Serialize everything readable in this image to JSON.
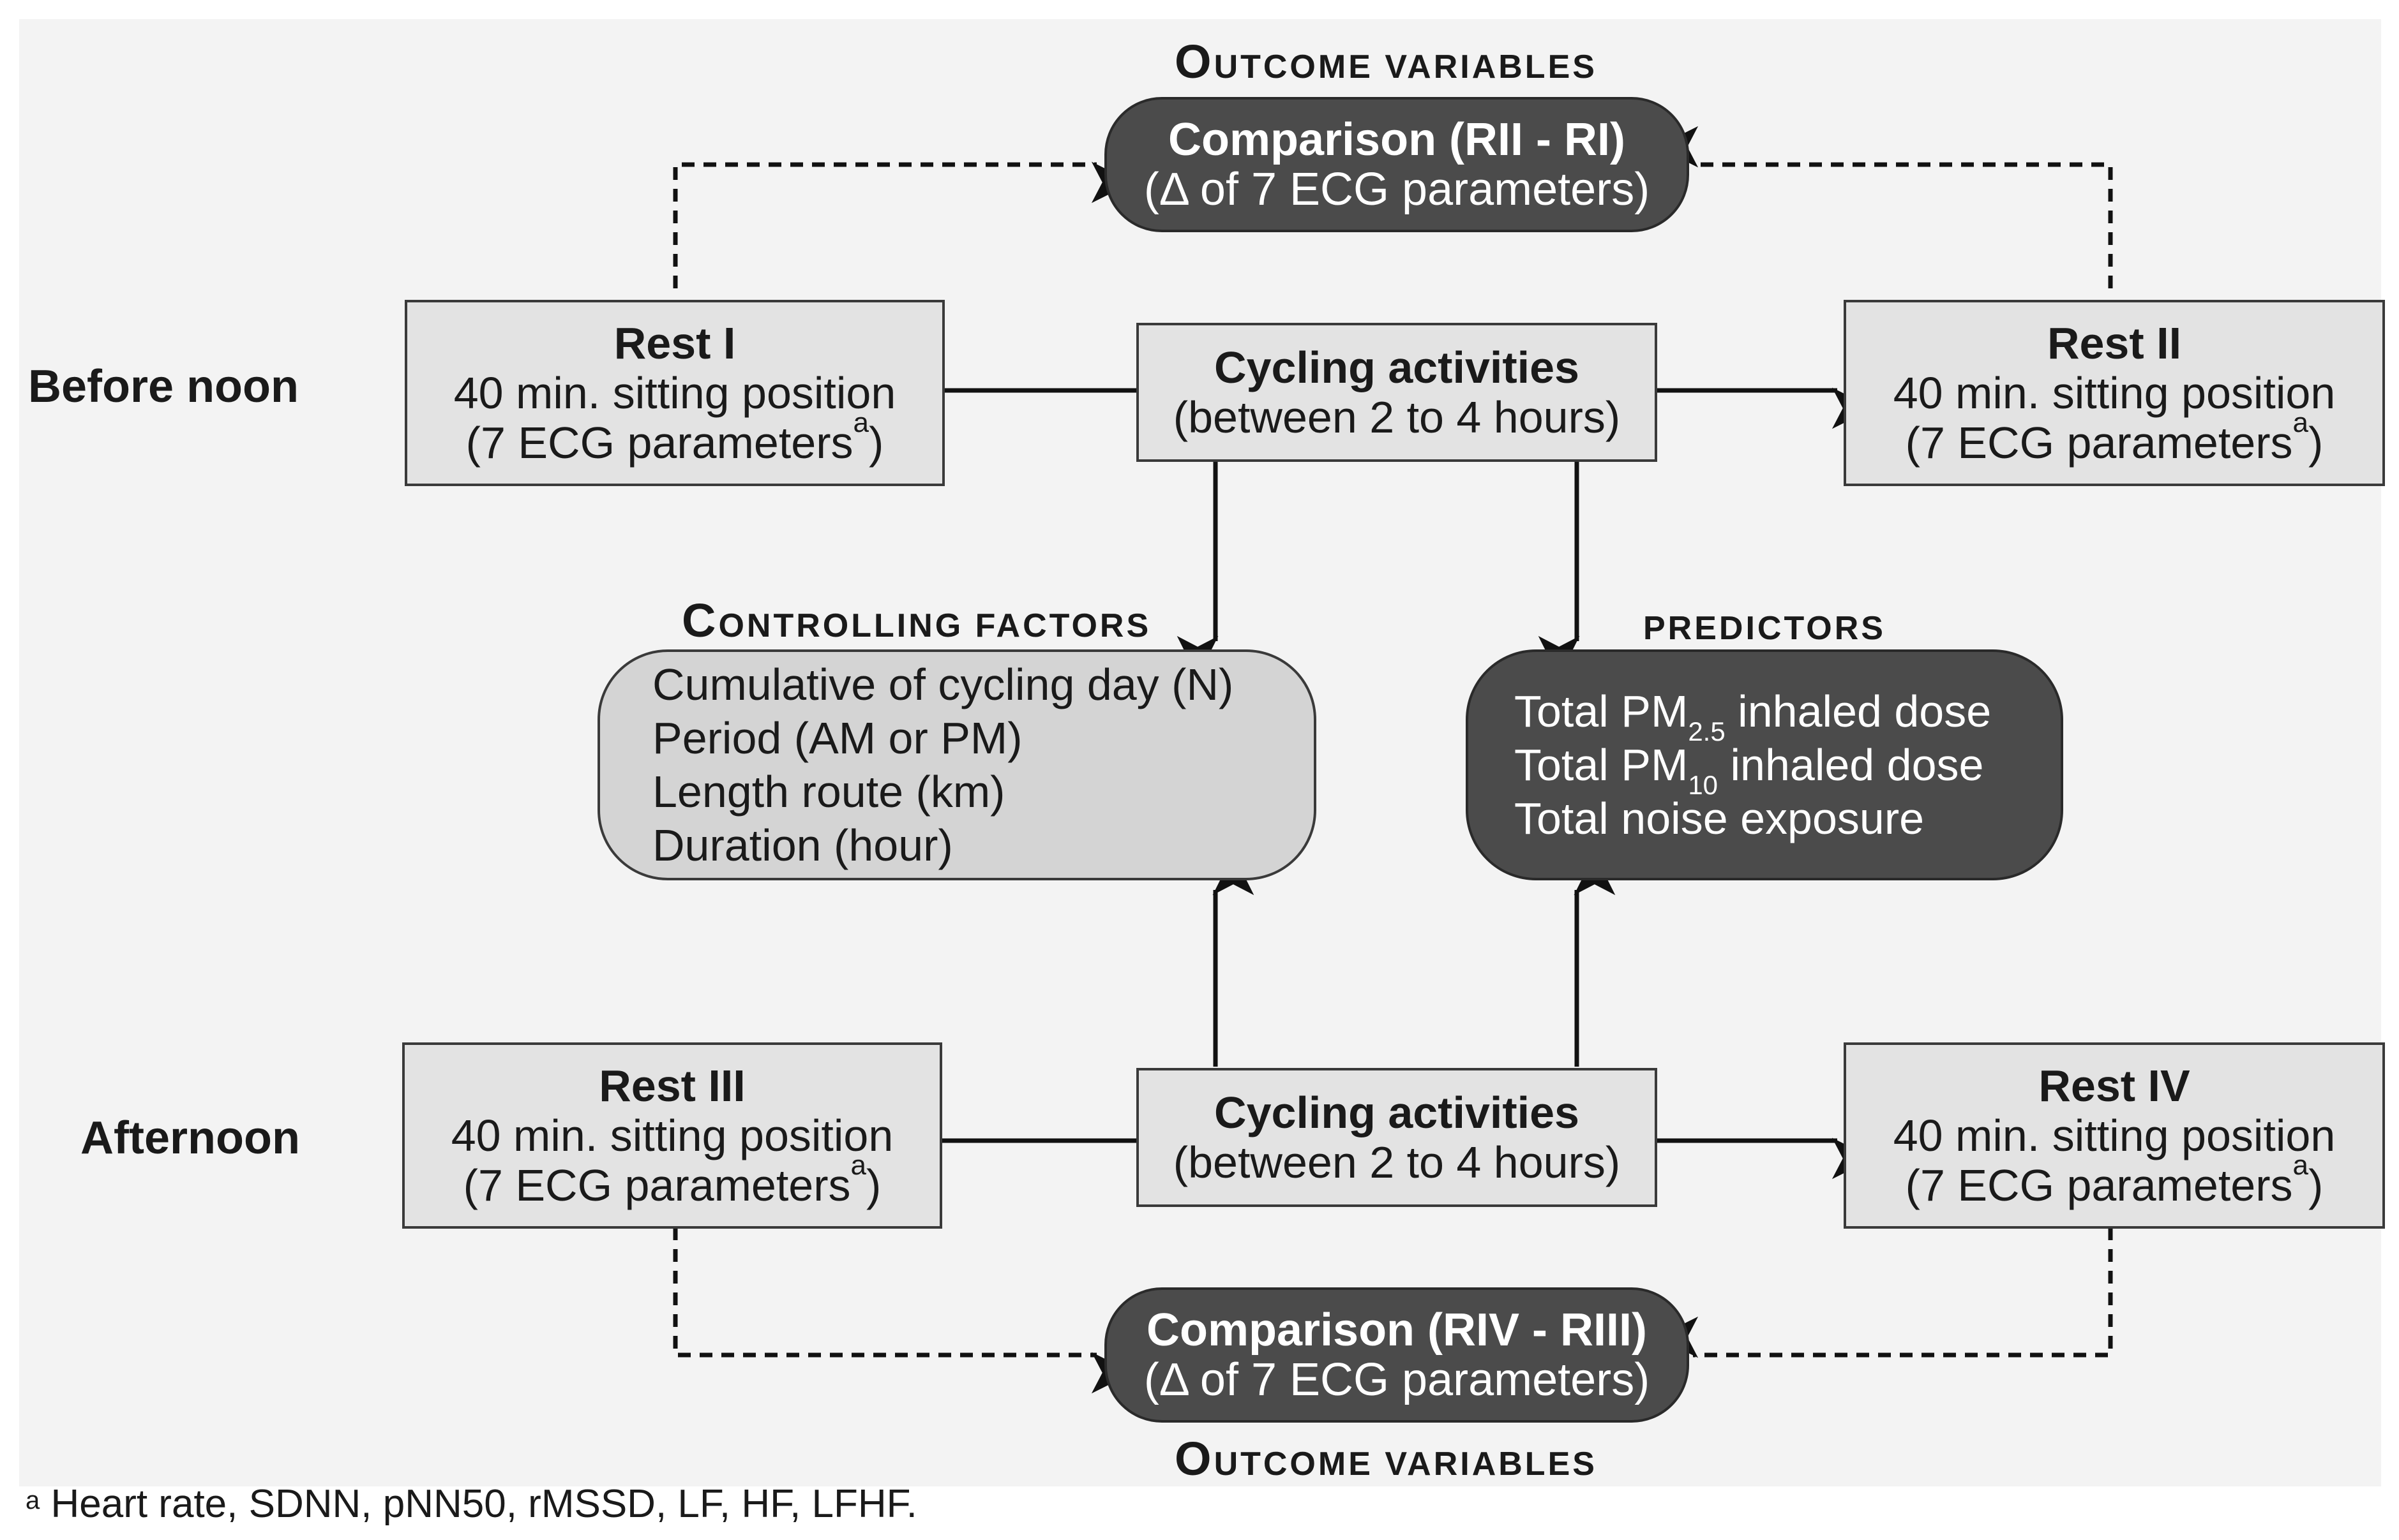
{
  "rows": {
    "before_noon": "Before noon",
    "afternoon": "Afternoon"
  },
  "outcome_top": {
    "label_initial": "O",
    "label_rest": "utcome variables",
    "title": "Comparison (RII - RI)",
    "detail": "(Δ of 7 ECG parameters)"
  },
  "outcome_bottom": {
    "label_initial": "O",
    "label_rest": "utcome variables",
    "title": "Comparison (RIV - RIII)",
    "detail": "(Δ of 7 ECG parameters)"
  },
  "rest_1": {
    "title": "Rest I",
    "line1": "40 min. sitting position",
    "line2": "(7 ECG parameters",
    "mark": "a",
    "close": ")"
  },
  "rest_2": {
    "title": "Rest II",
    "line1": "40 min. sitting position",
    "line2": "(7 ECG parameters",
    "mark": "a",
    "close": ")"
  },
  "rest_3": {
    "title": "Rest III",
    "line1": "40 min. sitting position",
    "line2": "(7 ECG parameters",
    "mark": "a",
    "close": ")"
  },
  "rest_4": {
    "title": "Rest IV",
    "line1": "40 min. sitting position",
    "line2": "(7 ECG parameters",
    "mark": "a",
    "close": ")"
  },
  "cycling_top": {
    "title": "Cycling activities",
    "detail": "(between 2 to 4 hours)"
  },
  "cycling_bottom": {
    "title": "Cycling activities",
    "detail": "(between 2 to 4 hours)"
  },
  "controlling_factors": {
    "label_initial": "C",
    "label_rest": "ontrolling factors",
    "items": [
      "Cumulative of cycling day (N)",
      "Period (AM or PM)",
      "Length route (km)",
      "Duration (hour)"
    ]
  },
  "predictors": {
    "label": "predictors",
    "pm25": {
      "pre": "Total PM",
      "sub": "2.5",
      "post": " inhaled dose"
    },
    "pm10": {
      "pre": "Total PM",
      "sub": "10",
      "post": " inhaled dose"
    },
    "noise": "Total noise exposure"
  },
  "footnote": {
    "mark": "a",
    "text": " Heart rate, SDNN, pNN50, rMSSD, LF, HF, LFHF."
  },
  "colors": {
    "panel_bg": "#f3f3f3",
    "light_box": "#e3e3e3",
    "factors_box": "#d4d4d4",
    "dark_box": "#4b4b4b",
    "line": "#111111"
  }
}
